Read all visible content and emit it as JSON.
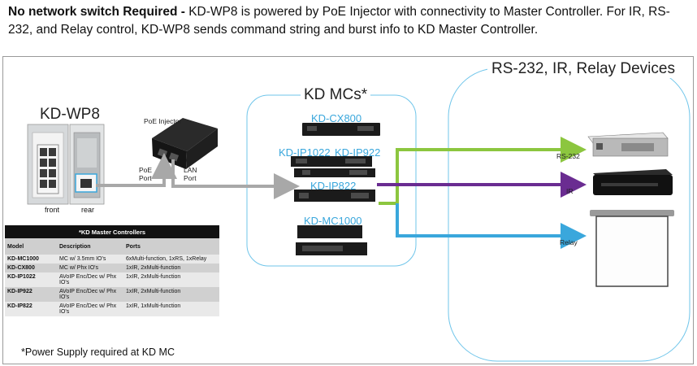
{
  "intro": {
    "bold": "No network switch Required -",
    "text": " KD-WP8 is powered by PoE Injector with connectivity to Master Controller. For IR, RS-232, and Relay control, KD-WP8 sends command string and burst info to KD Master Controller."
  },
  "wallplate": {
    "title": "KD-WP8",
    "front_label": "front",
    "rear_label": "rear"
  },
  "poe": {
    "title": "PoE Injector",
    "poe_port": "PoE\nPort",
    "lan_port": "LAN\nPort"
  },
  "mcs": {
    "title": "KD MCs*",
    "models": [
      "KD-CX800",
      "KD-IP1022",
      "KD-IP922",
      "KD-IP822",
      "KD-MC1000"
    ]
  },
  "devices": {
    "title": "RS-232, IR, Relay Devices",
    "rs232": "RS-232",
    "ir": "IR",
    "relay": "Relay"
  },
  "colors": {
    "rs232": "#8cc63f",
    "ir": "#6a2c91",
    "relay": "#3aa7dc",
    "arrow_gray": "#a8a8a8",
    "bubble": "#6fc5ea"
  },
  "table": {
    "caption": "*KD Master Controllers",
    "headers": [
      "Model",
      "Description",
      "Ports"
    ],
    "rows": [
      [
        "KD-MC1000",
        "MC w/ 3.5mm IO's",
        "6xMulti-function, 1xRS, 1xRelay"
      ],
      [
        "KD-CX800",
        "MC w/ Phx IO's",
        "1xIR, 2xMulti-function"
      ],
      [
        "KD-IP1022",
        "AVoIP Enc/Dec w/ Phx IO's",
        "1xIR, 2xMulti-function"
      ],
      [
        "KD-IP922",
        "AVoIP Enc/Dec w/ Phx IO's",
        "1xIR, 2xMulti-function"
      ],
      [
        "KD-IP822",
        "AVoIP Enc/Dec w/ Phx IO's",
        "1xIR, 1xMulti-function"
      ]
    ]
  },
  "footnote": "*Power Supply required at KD MC"
}
